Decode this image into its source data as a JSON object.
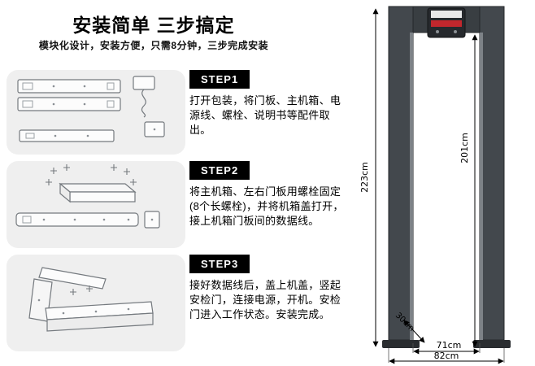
{
  "header": {
    "title": "安装简单 三步搞定",
    "subtitle": "模块化设计，安装方便，只需8分钟，三步完成安装"
  },
  "steps": [
    {
      "label": "STEP1",
      "text": "打开包装，将门板、主机箱、电源线、螺栓、说明书等配件取出。"
    },
    {
      "label": "STEP2",
      "text": "将主机箱、左右门板用螺栓固定(8个长螺栓)，并将机箱盖打开，接上机箱门板间的数据线。"
    },
    {
      "label": "STEP3",
      "text": "接好数据线后，盖上机盖，竖起安检门，连接电源，开机。安检门进入工作状态。安装完成。"
    }
  ],
  "dimensions": {
    "outer_height": "223cm",
    "inner_height": "201cm",
    "depth": "30cm",
    "inner_width": "71cm",
    "outer_width": "82cm"
  },
  "colors": {
    "step_badge_bg": "#000000",
    "illustration_box_bg": "#efefef",
    "detector_frame": "#43484d",
    "panel_display_red": "#c1272d"
  }
}
